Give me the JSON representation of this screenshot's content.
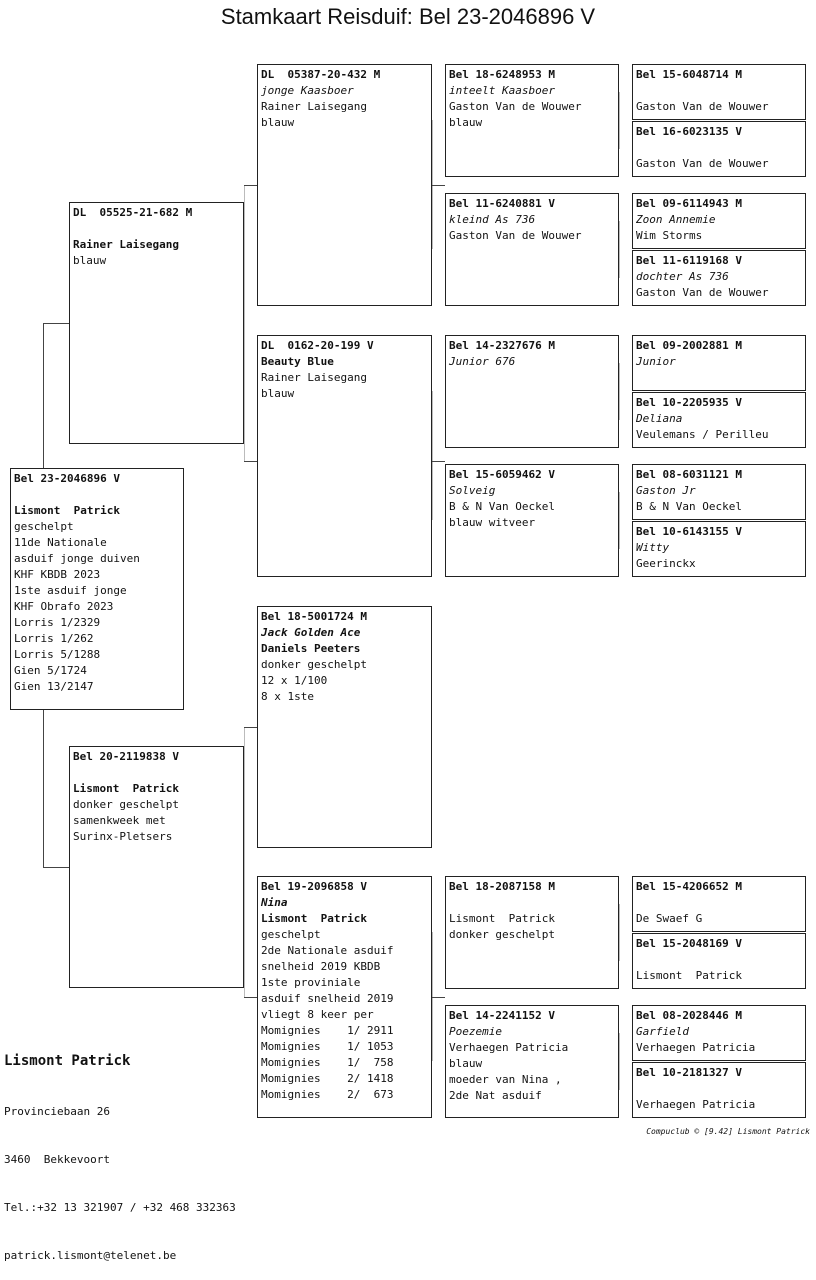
{
  "title": "Stamkaart Reisduif: Bel 23-2046896 V",
  "subject": [
    "Bel 23-2046896 V",
    "",
    "Lismont  Patrick",
    "geschelpt",
    "11de Nationale",
    "asduif jonge duiven",
    "KHF KBDB 2023",
    "1ste asduif jonge",
    "KHF Obrafo 2023",
    "Lorris 1/2329",
    "Lorris 1/262",
    "Lorris 5/1288",
    "Gien 5/1724",
    "Gien 13/2147"
  ],
  "father": [
    "DL  05525-21-682 M",
    "",
    "Rainer Laisegang",
    "blauw"
  ],
  "mother": [
    "Bel 20-2119838 V",
    "",
    "Lismont  Patrick",
    "donker geschelpt",
    "samenkweek met",
    "Surinx-Pletsers"
  ],
  "ff": [
    "DL  05387-20-432 M",
    "jonge Kaasboer",
    "Rainer Laisegang",
    "blauw"
  ],
  "fm": [
    "DL  0162-20-199 V",
    "Beauty Blue",
    "Rainer Laisegang",
    "blauw"
  ],
  "mf": [
    "Bel 18-5001724 M",
    "Jack Golden Ace",
    "Daniels Peeters",
    "donker geschelpt",
    "12 x 1/100",
    "8 x 1ste"
  ],
  "mm": [
    "Bel 19-2096858 V",
    "Nina",
    "Lismont  Patrick",
    "geschelpt",
    "2de Nationale asduif",
    "snelheid 2019 KBDB",
    "1ste proviniale",
    "asduif snelheid 2019",
    "vliegt 8 keer per",
    "Momignies    1/ 2911",
    "Momignies    1/ 1053",
    "Momignies    1/  758",
    "Momignies    2/ 1418",
    "Momignies    2/  673"
  ],
  "fff": [
    "Bel 18-6248953 M",
    "inteelt Kaasboer",
    "Gaston Van de Wouwer",
    "blauw"
  ],
  "ffm": [
    "Bel 11-6240881 V",
    "kleind As 736",
    "Gaston Van de Wouwer"
  ],
  "fmf": [
    "Bel 14-2327676 M",
    "Junior 676"
  ],
  "fmm": [
    "Bel 15-6059462 V",
    "Solveig",
    "B & N Van Oeckel",
    "blauw witveer"
  ],
  "mmf": [
    "Bel 18-2087158 M",
    "",
    "Lismont  Patrick",
    "donker geschelpt"
  ],
  "mmm": [
    "Bel 14-2241152 V",
    "Poezemie",
    "Verhaegen Patricia",
    "blauw",
    "moeder van Nina ,",
    "2de Nat asduif"
  ],
  "g1": [
    "Bel 15-6048714 M",
    "",
    "Gaston Van de Wouwer"
  ],
  "g2": [
    "Bel 16-6023135 V",
    "",
    "Gaston Van de Wouwer"
  ],
  "g3": [
    "Bel 09-6114943 M",
    "Zoon Annemie",
    "Wim Storms"
  ],
  "g4": [
    "Bel 11-6119168 V",
    "dochter As 736",
    "Gaston Van de Wouwer"
  ],
  "g5": [
    "Bel 09-2002881 M",
    "Junior"
  ],
  "g6": [
    "Bel 10-2205935 V",
    "Deliana",
    "Veulemans / Perilleu"
  ],
  "g7": [
    "Bel 08-6031121 M",
    "Gaston Jr",
    "B & N Van Oeckel"
  ],
  "g8": [
    "Bel 10-6143155 V",
    "Witty",
    "Geerinckx"
  ],
  "g13": [
    "Bel 15-4206652 M",
    "",
    "De Swaef G"
  ],
  "g14": [
    "Bel 15-2048169 V",
    "",
    "Lismont  Patrick"
  ],
  "g15": [
    "Bel 08-2028446 M",
    "Garfield",
    "Verhaegen Patricia"
  ],
  "g16": [
    "Bel 10-2181327 V",
    "",
    "Verhaegen Patricia"
  ],
  "owner": {
    "name": "Lismont Patrick",
    "street": "Provinciebaan 26",
    "city": "3460  Bekkevoort",
    "phone": "Tel.:+32 13 321907 / +32 468 332363",
    "email": "patrick.lismont@telenet.be"
  },
  "footer": "Compuclub ©  [9.42]   Lismont Patrick"
}
